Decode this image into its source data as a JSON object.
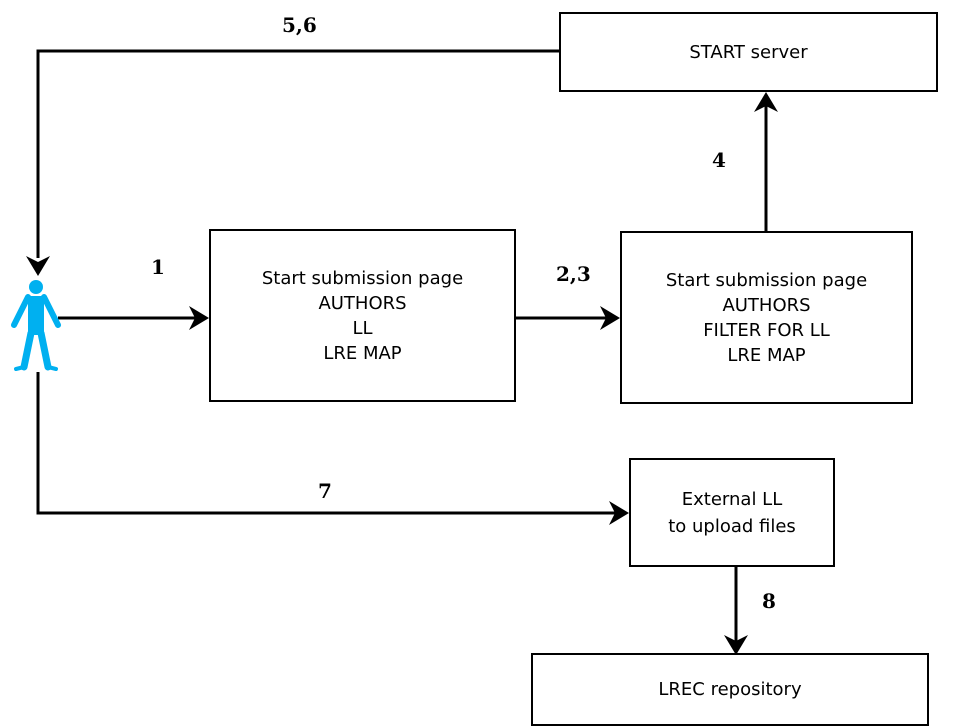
{
  "nodes": {
    "start_server": {
      "lines": [
        "START server"
      ]
    },
    "submission_page_1": {
      "lines": [
        "Start submission page",
        "AUTHORS",
        "LL",
        "LRE MAP"
      ]
    },
    "submission_page_2": {
      "lines": [
        "Start submission page",
        "AUTHORS",
        "FILTER FOR LL",
        "LRE MAP"
      ]
    },
    "external_ll": {
      "lines": [
        "External LL",
        "to upload files"
      ]
    },
    "lrec_repository": {
      "lines": [
        "LREC repository"
      ]
    }
  },
  "step_labels": {
    "s56": "5,6",
    "s1": "1",
    "s23": "2,3",
    "s4": "4",
    "s7": "7",
    "s8": "8"
  },
  "colors": {
    "user_icon": "#00b0f0",
    "lines": "#000000",
    "box_border": "#000000"
  },
  "icons": {
    "user": "user-figure-icon"
  }
}
